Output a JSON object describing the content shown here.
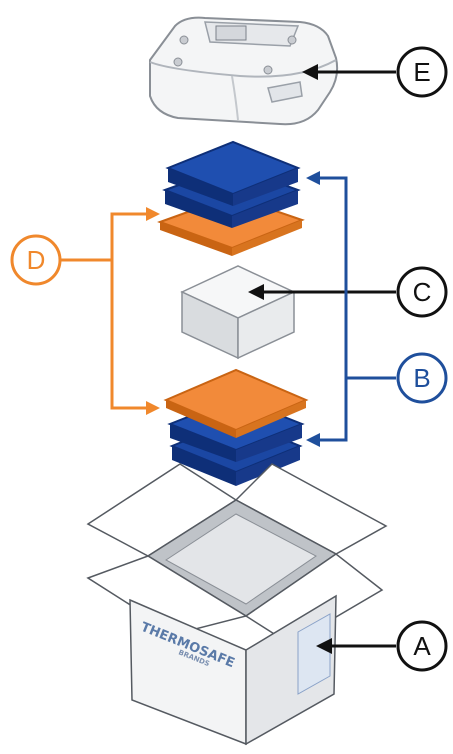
{
  "labels": {
    "a": "A",
    "b": "B",
    "c": "C",
    "d": "D",
    "e": "E"
  },
  "box": {
    "brand": "THERMOSAFE",
    "tagline": "BRANDS"
  },
  "colors": {
    "black": "#111111",
    "blue": "#1f4f9c",
    "orange": "#f0882c",
    "pack_blue": "#1b47a3",
    "pack_blue_dark": "#0e2f78",
    "pack_orange": "#f28a3a",
    "pack_orange_dark": "#c96413"
  }
}
